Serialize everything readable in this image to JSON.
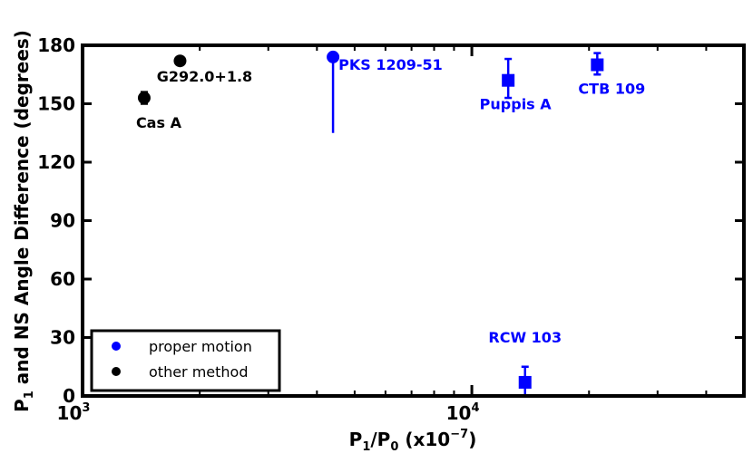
{
  "chart_data": {
    "type": "scatter",
    "xlabel": {
      "base": "P",
      "sub1": "1",
      "slash": "/P",
      "sub2": "0",
      "tail": " (x10",
      "exp": "−7",
      "close": ")"
    },
    "ylabel": {
      "p": "P",
      "sub": "1",
      "rest": " and NS Angle Difference (degrees)"
    },
    "x_scale": "log",
    "xlim": [
      1000,
      50000
    ],
    "ylim": [
      0,
      180
    ],
    "yticks": [
      0,
      30,
      60,
      90,
      120,
      150,
      180
    ],
    "xticks": [
      {
        "value": 1000,
        "base": "10",
        "exp": "3"
      },
      {
        "value": 10000,
        "base": "10",
        "exp": "4"
      }
    ],
    "legend": {
      "position": "lower-left",
      "entries": [
        {
          "label": "proper motion",
          "color": "#0000ff"
        },
        {
          "label": "other method",
          "color": "#000000"
        }
      ]
    },
    "series": [
      {
        "label": "proper motion",
        "color": "#0000ff",
        "points": [
          {
            "name": "PKS 1209-51",
            "x": 4400,
            "y": 174,
            "yerr_low": 39,
            "yerr_high": 0,
            "marker": "circle"
          },
          {
            "name": "Puppis A",
            "x": 12400,
            "y": 162,
            "yerr_low": 9,
            "yerr_high": 11,
            "marker": "square"
          },
          {
            "name": "CTB 109",
            "x": 21000,
            "y": 170,
            "yerr_low": 5,
            "yerr_high": 6,
            "marker": "square"
          },
          {
            "name": "RCW 103",
            "x": 13700,
            "y": 7,
            "yerr_low": 7,
            "yerr_high": 8,
            "marker": "square"
          }
        ]
      },
      {
        "label": "other method",
        "color": "#000000",
        "points": [
          {
            "name": "Cas A",
            "x": 1440,
            "y": 153,
            "yerr_low": 3,
            "yerr_high": 3,
            "marker": "circle"
          },
          {
            "name": "G292.0+1.8",
            "x": 1780,
            "y": 172,
            "yerr_low": 1,
            "yerr_high": 1,
            "marker": "circle"
          }
        ]
      }
    ]
  }
}
